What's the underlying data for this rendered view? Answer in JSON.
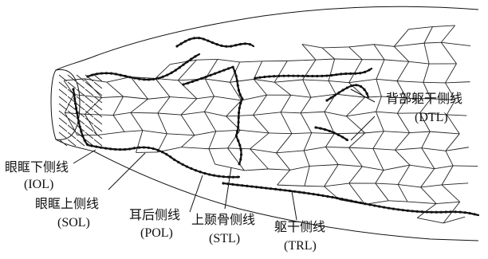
{
  "labels": {
    "iol": {
      "name": "眼眶下侧线",
      "abbr": "(IOL)"
    },
    "sol": {
      "name": "眼眶上侧线",
      "abbr": "(SOL)"
    },
    "pol": {
      "name": "耳后侧线",
      "abbr": "(POL)"
    },
    "stl": {
      "name": "上颞骨侧线",
      "abbr": "(STL)"
    },
    "trl": {
      "name": "躯干侧线",
      "abbr": "(TRL)"
    },
    "dtl": {
      "name": "背部躯干侧线",
      "abbr": "(DTL)"
    }
  },
  "colors": {
    "ink": "#111111",
    "background": "#ffffff"
  }
}
